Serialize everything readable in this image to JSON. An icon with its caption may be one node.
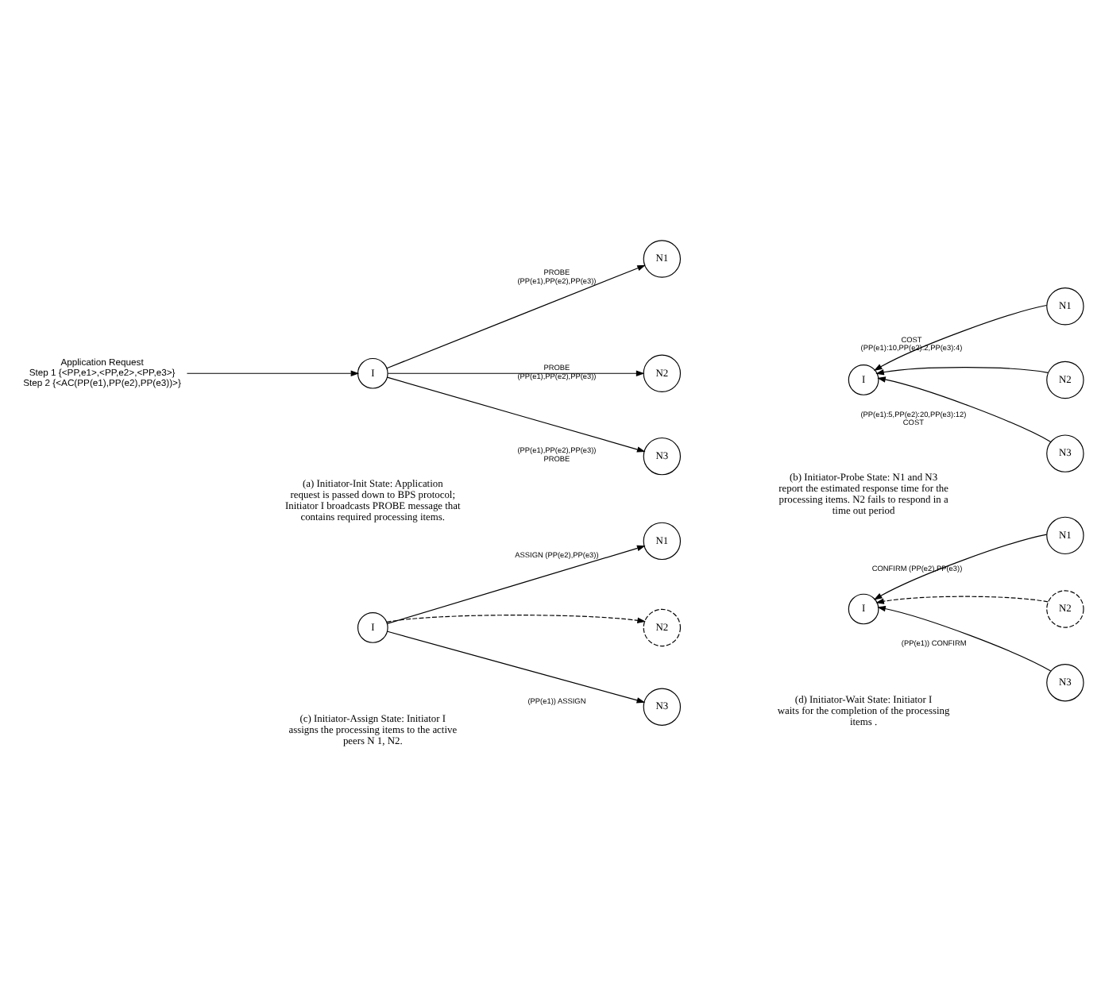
{
  "diagram": {
    "nodes": [
      {
        "text": [
          "Application Request",
          "Step 1 {<PP,e1>,<PP,e2>,<PP,e3>}",
          "Step 2 {<AC(PP(e1),PP(e2),PP(e3))>}"
        ]
      },
      {
        "text": [
          "I"
        ]
      },
      {
        "text": [
          "N1"
        ]
      },
      {
        "text": [
          "N2"
        ]
      },
      {
        "text": [
          "N3"
        ]
      },
      {
        "text": [
          "I"
        ]
      },
      {
        "text": [
          "N1"
        ]
      },
      {
        "text": [
          "N2"
        ]
      },
      {
        "text": [
          "N3"
        ]
      },
      {
        "text": [
          "I"
        ]
      },
      {
        "text": [
          "N1"
        ]
      },
      {
        "text": [
          "N2"
        ]
      },
      {
        "text": [
          "N3"
        ]
      },
      {
        "text": [
          "I"
        ]
      },
      {
        "text": [
          "N1"
        ]
      },
      {
        "text": [
          "N2"
        ]
      },
      {
        "text": [
          "N3"
        ]
      }
    ],
    "edges": [
      {
        "from": 0,
        "to": 1,
        "arrow": "to"
      },
      {
        "from": 1,
        "to": 2,
        "arrow": "to",
        "label": "PROBE (PP(e1),PP(e2),PP(e3))"
      },
      {
        "from": 1,
        "to": 3,
        "arrow": "to",
        "label": "PROBE (PP(e1),PP(e2),PP(e3))"
      },
      {
        "from": 1,
        "to": 4,
        "arrow": "to",
        "label": "(PP(e1),PP(e2),PP(e3)) PROBE"
      },
      {
        "from": 6,
        "to": 5,
        "arrow": "to",
        "label": "COST (PP(e1):10,PP(e2):2,PP(e3):4)"
      },
      {
        "from": 7,
        "to": 5,
        "arrow": "to"
      },
      {
        "from": 8,
        "to": 5,
        "arrow": "to",
        "label": "(PP(e1):5,PP(e2):20,PP(e3):12) COST"
      },
      {
        "from": 9,
        "to": 10,
        "arrow": "to",
        "label": "ASSIGN (PP(e2),PP(e3))"
      },
      {
        "from": 9,
        "to": 11,
        "arrow": "to",
        "style": "dashed"
      },
      {
        "from": 9,
        "to": 12,
        "arrow": "to",
        "label": "(PP(e1)) ASSIGN"
      },
      {
        "from": 14,
        "to": 13,
        "arrow": "to",
        "label": "CONFIRM (PP(e2),PP(e3))"
      },
      {
        "from": 15,
        "to": 13,
        "arrow": "to",
        "style": "dashed"
      },
      {
        "from": 16,
        "to": 13,
        "arrow": "to",
        "label": "(PP(e1)) CONFIRM"
      }
    ],
    "labels": [
      "(a) Initiator-Init State: Application request is passed down to BPS protocol; Initiator I broadcasts PROBE message that contains required processing items.",
      "(b) Initiator-Probe State: N1 and N3 report the estimated response time for the processing items. N2 fails to respond in a time out period",
      "(c) Initiator-Assign State: Initiator I assigns the processing items to the active peers N 1, N2.",
      "(d) Initiator-Wait State: Initiator I waits for the completion of the processing items ."
    ]
  }
}
